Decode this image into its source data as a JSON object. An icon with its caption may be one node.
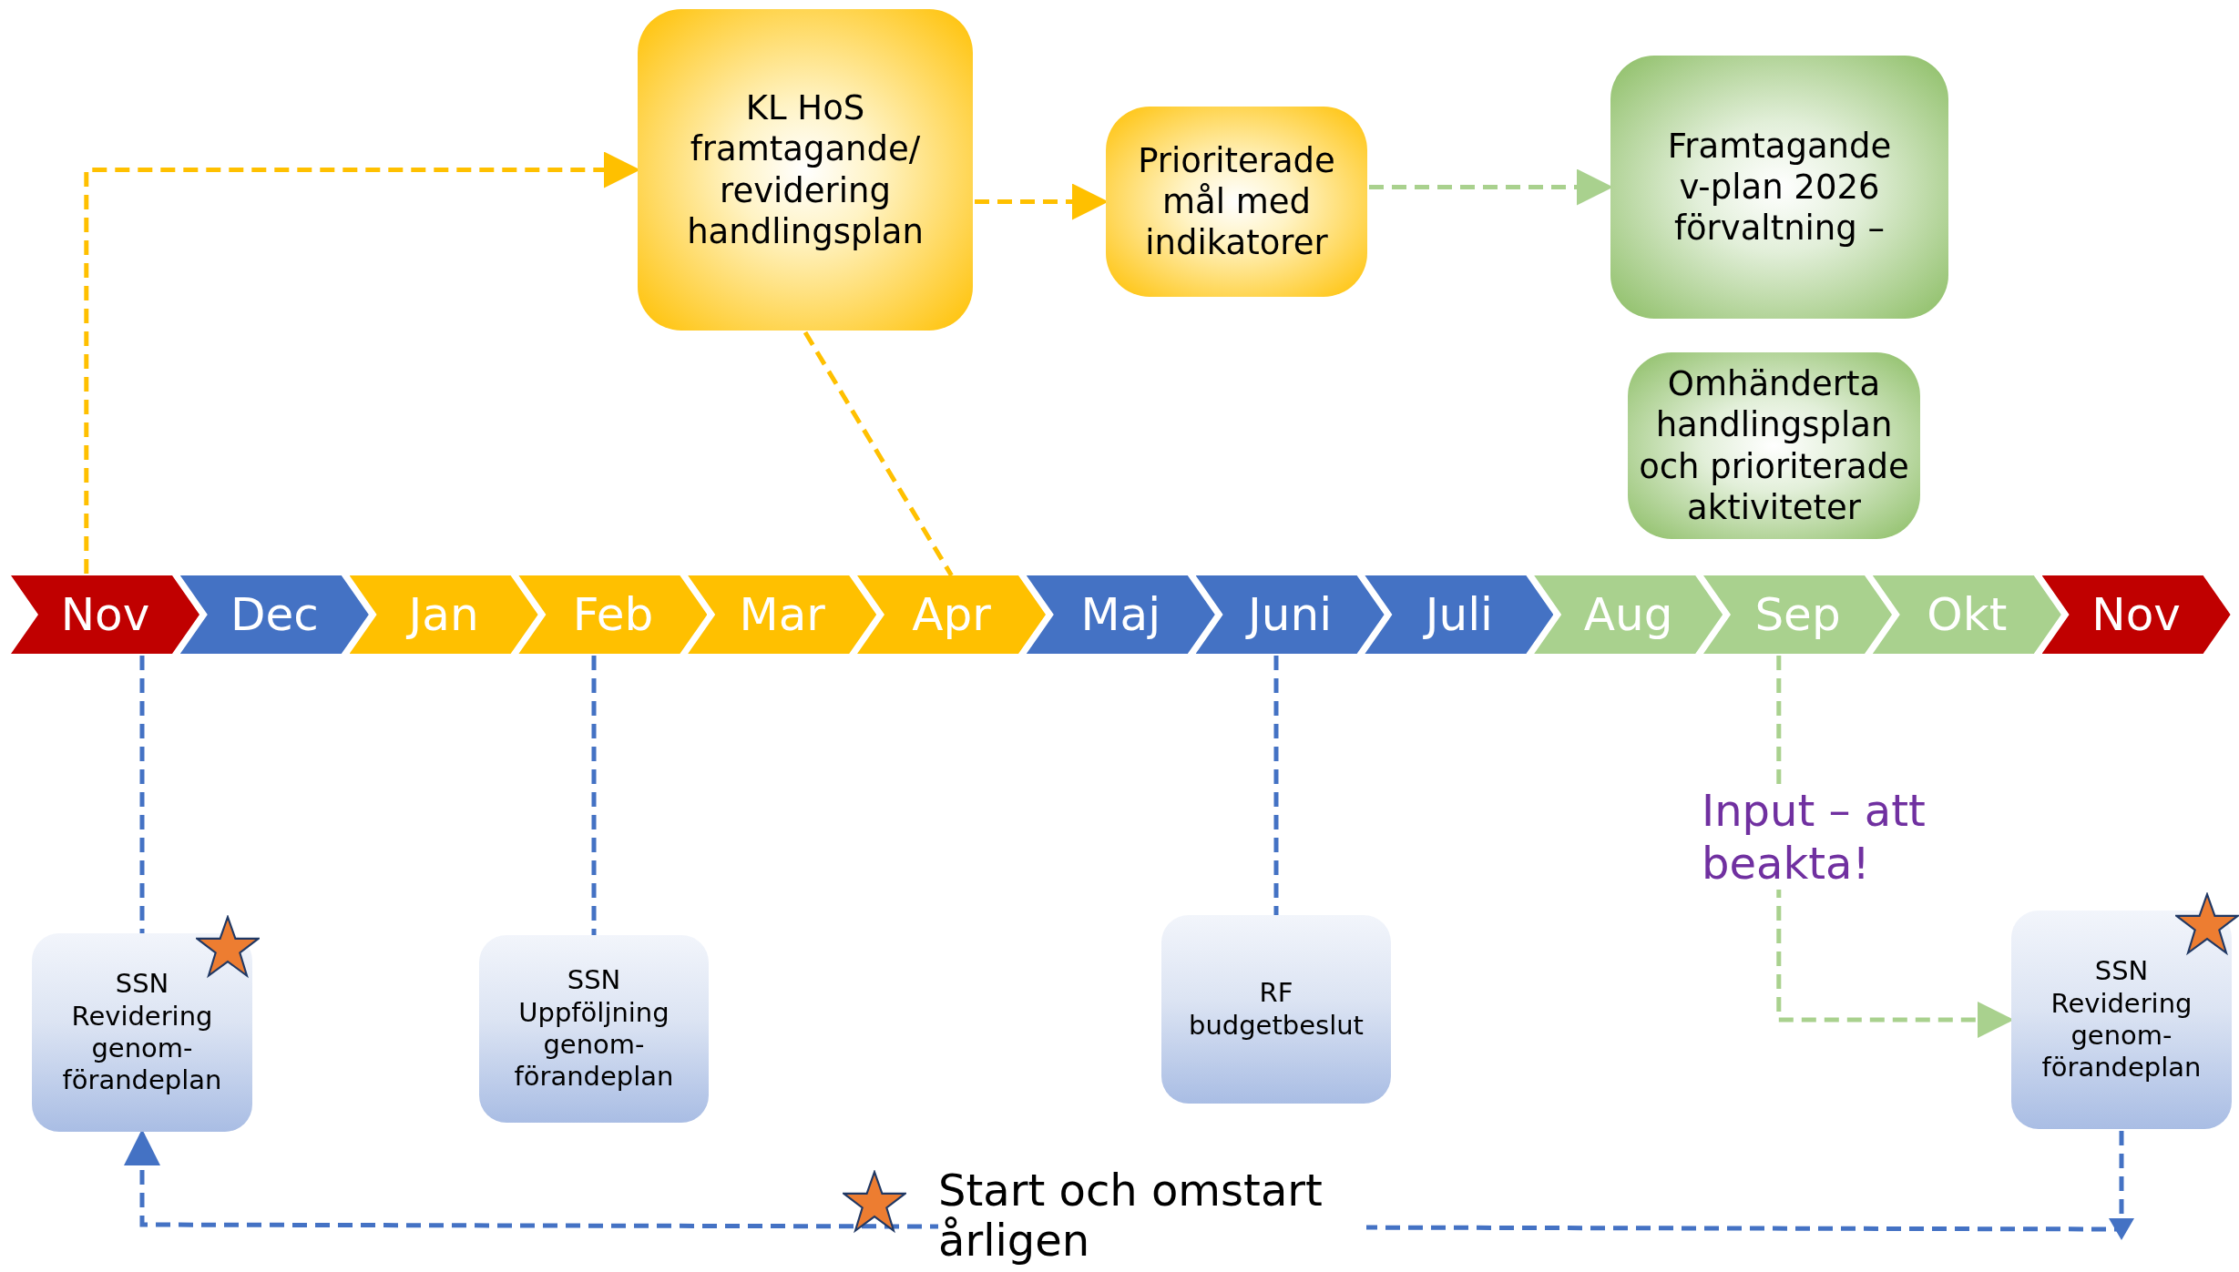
{
  "diagram": {
    "nodes": [
      {
        "text": [
          "Nov"
        ]
      },
      {
        "text": [
          "Dec"
        ]
      },
      {
        "text": [
          "Jan"
        ]
      },
      {
        "text": [
          "Feb"
        ]
      },
      {
        "text": [
          "Mar"
        ]
      },
      {
        "text": [
          "Apr"
        ]
      },
      {
        "text": [
          "Maj"
        ]
      },
      {
        "text": [
          "Juni"
        ]
      },
      {
        "text": [
          "Juli"
        ]
      },
      {
        "text": [
          "Aug"
        ]
      },
      {
        "text": [
          "Sep"
        ]
      },
      {
        "text": [
          "Okt"
        ]
      },
      {
        "text": [
          "Nov"
        ]
      },
      {
        "text": [
          "KL HoS framtagande/ revidering handlingsplan"
        ]
      },
      {
        "text": [
          "Prioriterade mål med indikatorer"
        ]
      },
      {
        "text": [
          "Framtagande v-plan 2026 förvaltning –"
        ]
      },
      {
        "text": [
          "Omhänderta handlingsplan och prioriterade aktiviteter"
        ]
      },
      {
        "text": [
          "SSN Revidering genom-förandeplan"
        ]
      },
      {
        "text": [
          "SSN Uppföljning genom-förandeplan"
        ]
      },
      {
        "text": [
          "RF budgetbeslut"
        ]
      },
      {
        "text": [
          "SSN Revidering genom-förandeplan"
        ]
      }
    ],
    "edges": [
      {
        "from": 0,
        "to": 13,
        "arrow": "to",
        "style": "dashed",
        "color": "#ffc000"
      },
      {
        "from": 13,
        "to": 14,
        "arrow": "to",
        "style": "dashed",
        "color": "#ffc000"
      },
      {
        "from": 14,
        "to": 15,
        "arrow": "to",
        "style": "dashed",
        "color": "#a9d18e"
      },
      {
        "from": 13,
        "to": 5,
        "arrow": "none",
        "style": "dashed",
        "color": "#ffc000"
      },
      {
        "from": 0,
        "to": 17,
        "arrow": "none",
        "style": "dashed"
      },
      {
        "from": 3,
        "to": 18,
        "arrow": "none",
        "style": "dashed"
      },
      {
        "from": 7,
        "to": 19,
        "arrow": "none",
        "style": "dashed"
      },
      {
        "from": 10,
        "to": 20,
        "arrow": "to",
        "style": "dashed",
        "color": "#a9d18e",
        "label": "Input – att beakta!"
      },
      {
        "from": 20,
        "to": 17,
        "arrow": "to",
        "style": "dashed"
      }
    ],
    "legend": [
      {
        "text": "Start och omstart årligen"
      }
    ]
  }
}
